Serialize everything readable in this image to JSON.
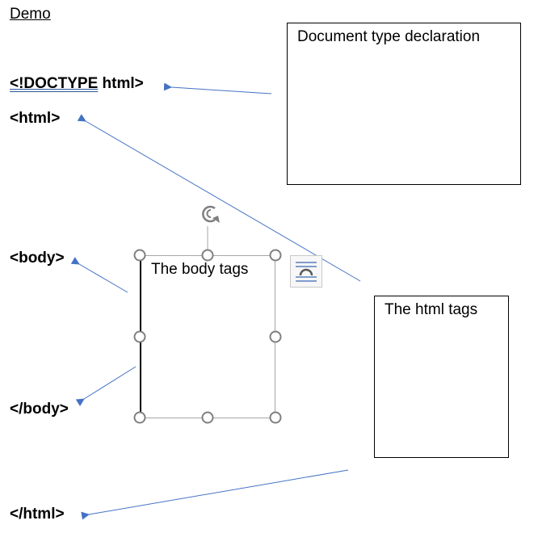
{
  "title": "Demo",
  "tags": {
    "doctype_keyword": "<!DOCTYPE",
    "doctype_rest": " html>",
    "html_open": "<html>",
    "body_open": "<body>",
    "body_close": "</body>",
    "html_close": "</html>"
  },
  "callouts": {
    "doctype": "Document type declaration",
    "body": "The body tags",
    "html": "The html tags"
  },
  "colors": {
    "arrow": "#4472c4",
    "handle": "#7f7f7f"
  },
  "icons": [
    "rotate-handle-icon",
    "layout-options-icon"
  ]
}
